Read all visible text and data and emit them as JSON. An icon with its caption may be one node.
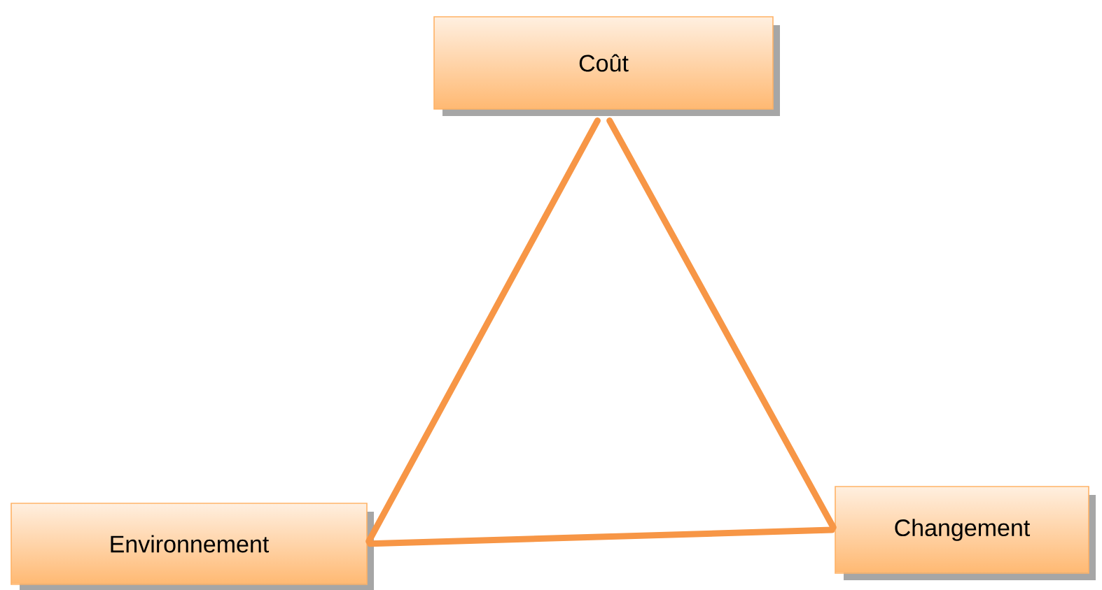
{
  "diagram": {
    "nodes": [
      {
        "text": [
          "Coût"
        ]
      },
      {
        "text": [
          "Environnement"
        ]
      },
      {
        "text": [
          "Changement"
        ]
      }
    ],
    "edges": [
      {
        "from": 0,
        "to": 1,
        "arrow": "none"
      },
      {
        "from": 0,
        "to": 2,
        "arrow": "none"
      },
      {
        "from": 1,
        "to": 2,
        "arrow": "none"
      }
    ]
  }
}
